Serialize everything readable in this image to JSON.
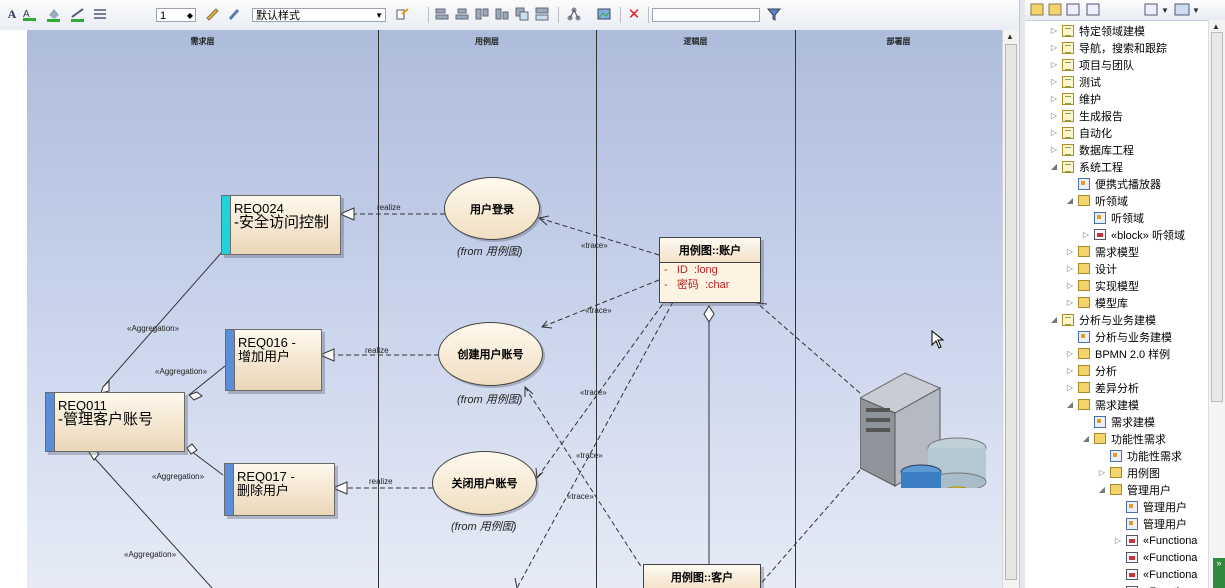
{
  "toolbar": {
    "font_size_value": "1",
    "style_combo": "默认样式",
    "search_value": ""
  },
  "lanes": [
    "需求层",
    "用例层",
    "逻辑层",
    "部署层"
  ],
  "requirements": [
    {
      "id": "REQ024",
      "name": "-安全访问控制"
    },
    {
      "id": "REQ016 -",
      "name": "增加用户"
    },
    {
      "id": "REQ011",
      "name": "-管理客户账号"
    },
    {
      "id": "REQ017 -",
      "name": "删除用户"
    }
  ],
  "usecases": [
    {
      "name": "用户登录",
      "from": "(from 用例图)"
    },
    {
      "name": "创建用户账号",
      "from": "(from 用例图)"
    },
    {
      "name": "关闭用户账号",
      "from": "(from 用例图)"
    }
  ],
  "classes": [
    {
      "title": "用例图::账户",
      "attrs": [
        "-   ID  :long",
        "-   密码  :char"
      ]
    },
    {
      "title": "用例图::客户",
      "attrs": []
    }
  ],
  "connector_labels": {
    "realize": "realize",
    "trace": "«trace»",
    "aggregation": "«Aggregation»"
  },
  "tree": [
    {
      "label": "特定领域建模",
      "level": 1,
      "icon": "root-icon",
      "exp": "▷"
    },
    {
      "label": "导航，搜索和跟踪",
      "level": 1,
      "icon": "root-icon",
      "exp": "▷"
    },
    {
      "label": "项目与团队",
      "level": 1,
      "icon": "root-icon",
      "exp": "▷"
    },
    {
      "label": "测试",
      "level": 1,
      "icon": "root-icon",
      "exp": "▷"
    },
    {
      "label": "维护",
      "level": 1,
      "icon": "root-icon",
      "exp": "▷"
    },
    {
      "label": "生成报告",
      "level": 1,
      "icon": "root-icon",
      "exp": "▷"
    },
    {
      "label": "自动化",
      "level": 1,
      "icon": "root-icon",
      "exp": "▷"
    },
    {
      "label": "数据库工程",
      "level": 1,
      "icon": "root-icon",
      "exp": "▷"
    },
    {
      "label": "系统工程",
      "level": 1,
      "icon": "root-icon",
      "exp": "◢"
    },
    {
      "label": "便携式播放器",
      "level": 2,
      "icon": "diagram-icon",
      "exp": ""
    },
    {
      "label": "听领域",
      "level": 2,
      "icon": "package-icon",
      "exp": "◢"
    },
    {
      "label": "听领域",
      "level": 3,
      "icon": "diagram-icon",
      "exp": ""
    },
    {
      "label": "«block» 听领域",
      "level": 3,
      "icon": "element-icon",
      "exp": "▷"
    },
    {
      "label": "需求模型",
      "level": 2,
      "icon": "package-icon",
      "exp": "▷"
    },
    {
      "label": "设计",
      "level": 2,
      "icon": "package-icon",
      "exp": "▷"
    },
    {
      "label": "实现模型",
      "level": 2,
      "icon": "package-icon",
      "exp": "▷"
    },
    {
      "label": "模型库",
      "level": 2,
      "icon": "package-icon",
      "exp": "▷"
    },
    {
      "label": "分析与业务建模",
      "level": 1,
      "icon": "root-icon",
      "exp": "◢"
    },
    {
      "label": "分析与业务建模",
      "level": 2,
      "icon": "diagram-icon",
      "exp": ""
    },
    {
      "label": "BPMN 2.0 样例",
      "level": 2,
      "icon": "package-icon",
      "exp": "▷"
    },
    {
      "label": "分析",
      "level": 2,
      "icon": "package-icon",
      "exp": "▷"
    },
    {
      "label": "差异分析",
      "level": 2,
      "icon": "package-icon",
      "exp": "▷"
    },
    {
      "label": "需求建模",
      "level": 2,
      "icon": "package-icon",
      "exp": "◢"
    },
    {
      "label": "需求建模",
      "level": 3,
      "icon": "diagram-icon",
      "exp": ""
    },
    {
      "label": "功能性需求",
      "level": 3,
      "icon": "package-icon",
      "exp": "◢"
    },
    {
      "label": "功能性需求",
      "level": 4,
      "icon": "diagram-icon",
      "exp": ""
    },
    {
      "label": "用例图",
      "level": 4,
      "icon": "package-icon",
      "exp": "▷"
    },
    {
      "label": "管理用户",
      "level": 4,
      "icon": "package-icon",
      "exp": "◢"
    },
    {
      "label": "管理用户",
      "level": 5,
      "icon": "diagram-icon",
      "exp": ""
    },
    {
      "label": "管理用户",
      "level": 5,
      "icon": "diagram-icon",
      "exp": ""
    },
    {
      "label": "«Functiona",
      "level": 5,
      "icon": "element-icon",
      "exp": "▷"
    },
    {
      "label": "«Functiona",
      "level": 5,
      "icon": "element-icon",
      "exp": ""
    },
    {
      "label": "«Functiona",
      "level": 5,
      "icon": "element-icon",
      "exp": ""
    },
    {
      "label": "«Functiona",
      "level": 5,
      "icon": "element-icon",
      "exp": ""
    }
  ]
}
